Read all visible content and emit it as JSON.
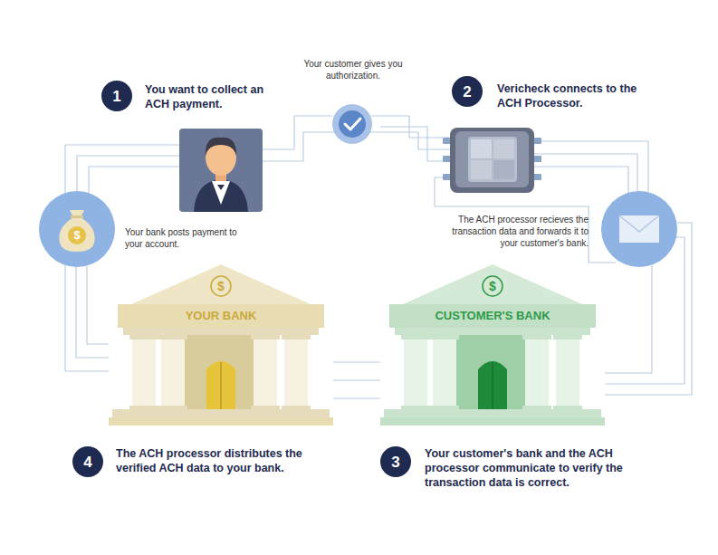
{
  "diagram": {
    "nodes": [
      {
        "text": [
          "1"
        ]
      },
      {
        "text": [
          "2"
        ]
      },
      {
        "text": [
          "$",
          "YOUR BANK"
        ]
      },
      {
        "text": [
          "$",
          "CUSTOMER'S BANK"
        ]
      },
      {
        "text": [
          "4"
        ]
      },
      {
        "text": [
          "3"
        ]
      }
    ],
    "labels": [
      "You want to collect an ACH payment.",
      "Your customer gives you authorization.",
      "Vericheck connects to the ACH Processor.",
      "Your bank posts payment to your account.",
      "The ACH processor recieves the transaction data and forwards it to your customer's bank.",
      "The ACH processor distributes the verified ACH data to your bank.",
      "Your customer's bank and the ACH processor communicate to verify the transaction data is correct.",
      "$"
    ]
  }
}
